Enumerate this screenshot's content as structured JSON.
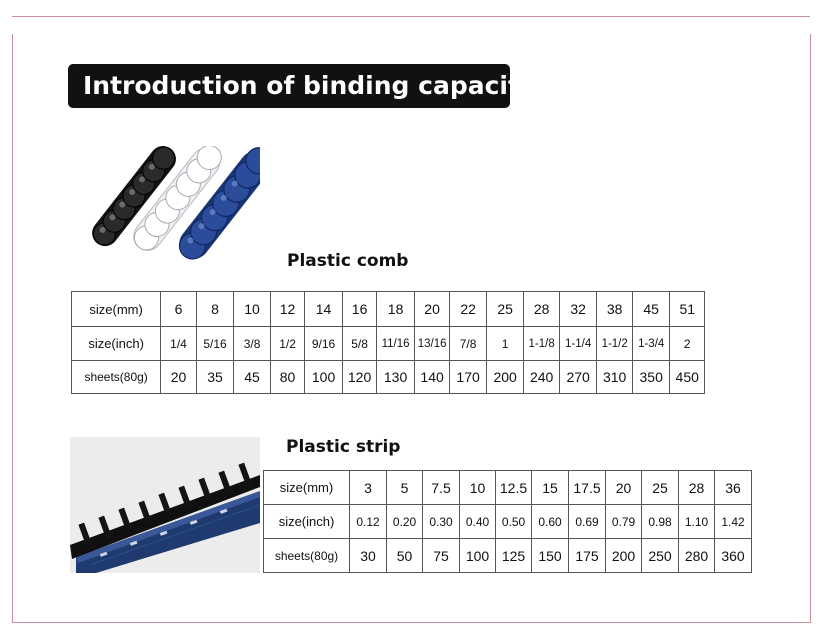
{
  "page": {
    "title": "Introduction of binding capacity"
  },
  "comb": {
    "title": "Plastic comb",
    "image_icon": "plastic-comb-binding-spines-photo",
    "rows": [
      {
        "label": "size(mm)",
        "cells": [
          "6",
          "8",
          "10",
          "12",
          "14",
          "16",
          "18",
          "20",
          "22",
          "25",
          "28",
          "32",
          "38",
          "45",
          "51"
        ]
      },
      {
        "label": "size(inch)",
        "cells": [
          "1/4",
          "5/16",
          "3/8",
          "1/2",
          "9/16",
          "5/8",
          "11/16",
          "13/16",
          "7/8",
          "1",
          "1-1/8",
          "1-1/4",
          "1-1/2",
          "1-3/4",
          "2"
        ]
      },
      {
        "label": "sheets(80g)",
        "cells": [
          "20",
          "35",
          "45",
          "80",
          "100",
          "120",
          "130",
          "140",
          "170",
          "200",
          "240",
          "270",
          "310",
          "350",
          "450"
        ]
      }
    ]
  },
  "strip": {
    "title": "Plastic strip",
    "image_icon": "plastic-strip-binding-photo",
    "rows": [
      {
        "label": "size(mm)",
        "cells": [
          "3",
          "5",
          "7.5",
          "10",
          "12.5",
          "15",
          "17.5",
          "20",
          "25",
          "28",
          "36"
        ]
      },
      {
        "label": "size(inch)",
        "cells": [
          "0.12",
          "0.20",
          "0.30",
          "0.40",
          "0.50",
          "0.60",
          "0.69",
          "0.79",
          "0.98",
          "1.10",
          "1.42"
        ]
      },
      {
        "label": "sheets(80g)",
        "cells": [
          "30",
          "50",
          "75",
          "100",
          "125",
          "150",
          "175",
          "200",
          "250",
          "280",
          "360"
        ]
      }
    ]
  },
  "colors": {
    "frame": "#c98f96",
    "banner": "#111111",
    "blue_comb": "#1f3f86",
    "strip_blue": "#1e3a6e"
  }
}
